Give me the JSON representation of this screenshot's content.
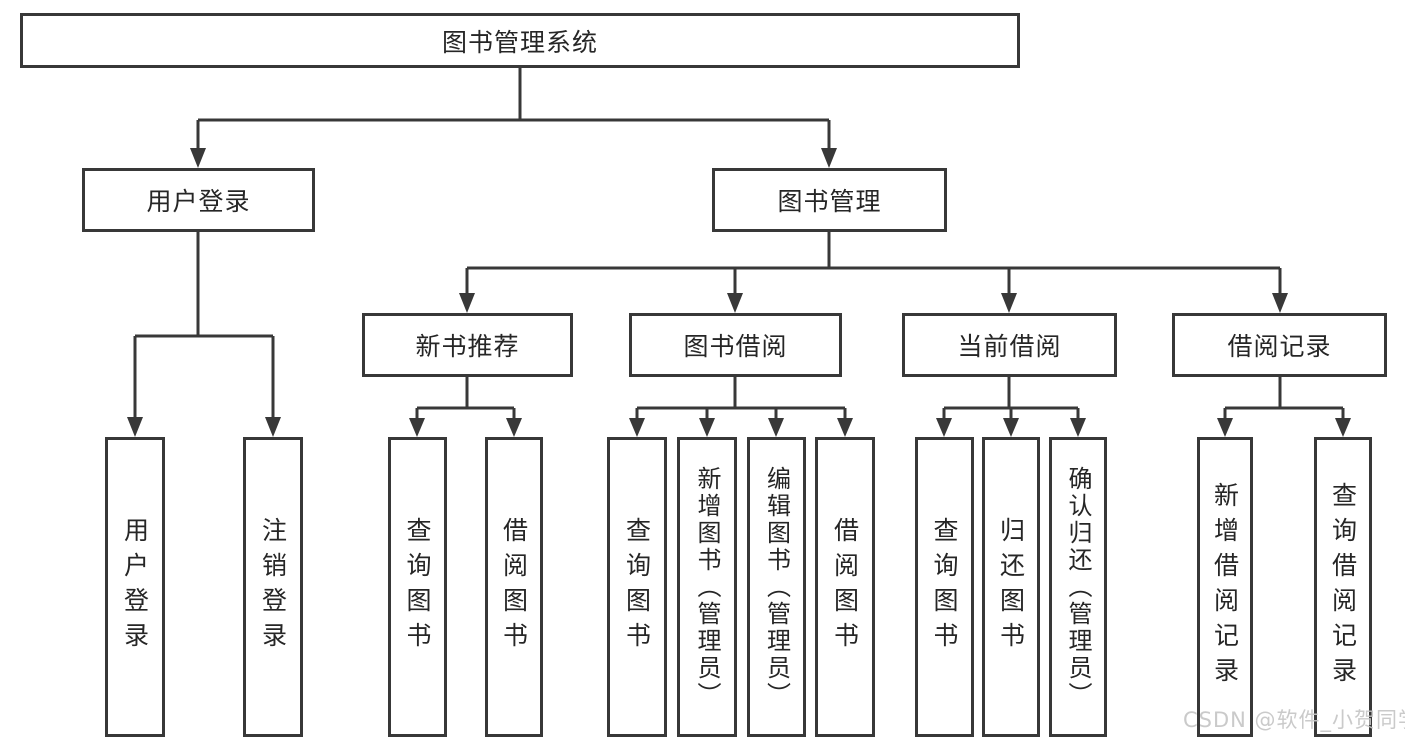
{
  "diagram": {
    "root": {
      "label": "图书管理系统"
    },
    "level2": [
      {
        "label": "用户登录"
      },
      {
        "label": "图书管理"
      }
    ],
    "level3": [
      {
        "label": "新书推荐"
      },
      {
        "label": "图书借阅"
      },
      {
        "label": "当前借阅"
      },
      {
        "label": "借阅记录"
      }
    ],
    "leaves": [
      {
        "label": "用户登录",
        "parent": "用户登录"
      },
      {
        "label": "注销登录",
        "parent": "用户登录"
      },
      {
        "label": "查询图书",
        "parent": "新书推荐"
      },
      {
        "label": "借阅图书",
        "parent": "新书推荐"
      },
      {
        "label": "查询图书",
        "parent": "图书借阅"
      },
      {
        "label": "新增图书（管理员）",
        "parent": "图书借阅"
      },
      {
        "label": "编辑图书（管理员）",
        "parent": "图书借阅"
      },
      {
        "label": "借阅图书",
        "parent": "图书借阅"
      },
      {
        "label": "查询图书",
        "parent": "当前借阅"
      },
      {
        "label": "归还图书",
        "parent": "当前借阅"
      },
      {
        "label": "确认归还（管理员）",
        "parent": "当前借阅"
      },
      {
        "label": "新增借阅记录",
        "parent": "借阅记录"
      },
      {
        "label": "查询借阅记录",
        "parent": "借阅记录"
      }
    ]
  },
  "watermark": {
    "text": "CSDN @软件_小贺同学"
  },
  "colors": {
    "background": "#ffffff",
    "line": "#383838",
    "box_border": "#383838",
    "text": "#262626",
    "watermark": "#c6c6c6"
  }
}
